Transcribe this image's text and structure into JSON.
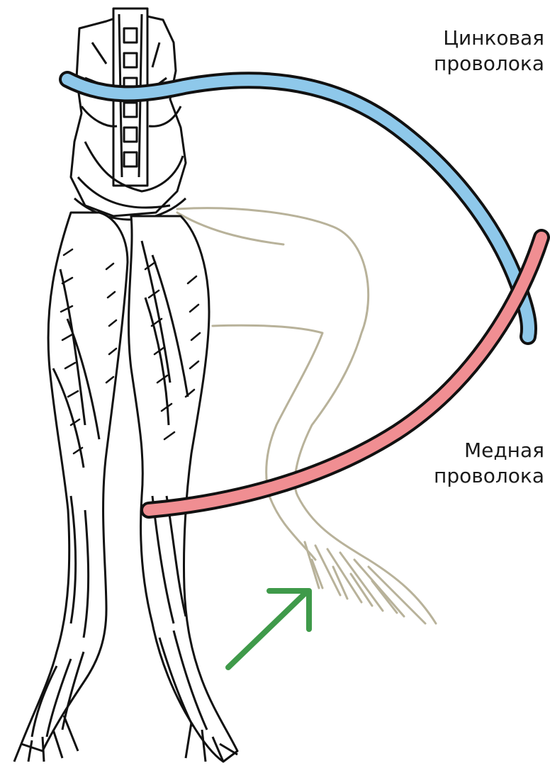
{
  "labels": {
    "zinc_wire": {
      "line1": "Цинковая",
      "line2": "проволока"
    },
    "copper_wire": {
      "line1": "Медная",
      "line2": "проволока"
    }
  },
  "colors": {
    "zinc_wire": "#8ec8ea",
    "copper_wire": "#f08e92",
    "outline": "#111111",
    "relaxed_leg": "#b8b29a",
    "arrow": "#3f9a4a",
    "background": "#ffffff"
  },
  "icons": {
    "arrow": "arrow-up-right-icon"
  }
}
